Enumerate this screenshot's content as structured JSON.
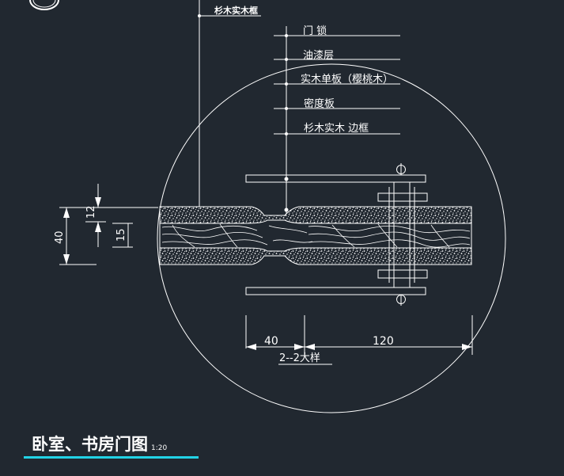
{
  "labels": {
    "top_frame": "杉木实木框",
    "lock": "门 锁",
    "paint": "油漆层",
    "veneer": "实木单板（樱桃木）",
    "mdf": "密度板",
    "edge_frame": "杉木实木 边框"
  },
  "dimensions": {
    "d12": "12",
    "d40_left": "40",
    "d15": "15",
    "d40_bottom": "40",
    "d120": "120"
  },
  "detail_label": "2--2大样",
  "drawing": {
    "title": "卧室、书房门图",
    "scale": "1:20"
  },
  "colors": {
    "background": "#212830",
    "line": "#ffffff",
    "accent": "#22d3e6"
  }
}
